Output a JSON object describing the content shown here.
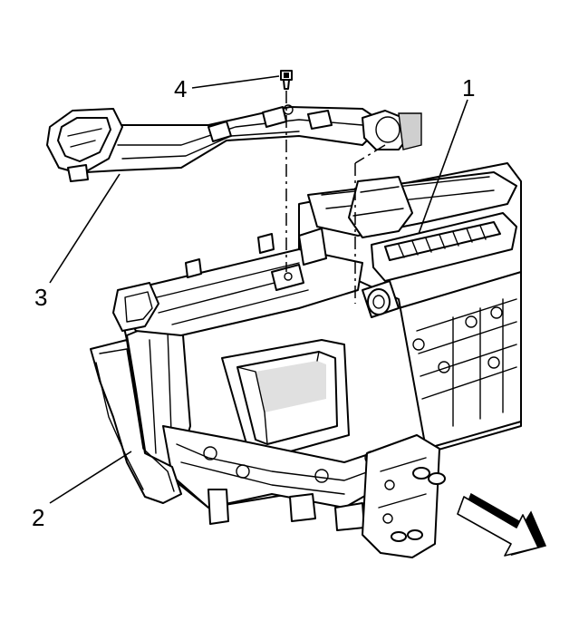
{
  "callouts": [
    {
      "id": "1",
      "label": "1"
    },
    {
      "id": "2",
      "label": "2"
    },
    {
      "id": "3",
      "label": "3"
    },
    {
      "id": "4",
      "label": "4"
    }
  ],
  "orientation_arrow": {
    "icon": "front-direction-arrow-icon"
  },
  "colors": {
    "line": "#000000",
    "background": "#ffffff",
    "shade": "#cfcfcf"
  }
}
